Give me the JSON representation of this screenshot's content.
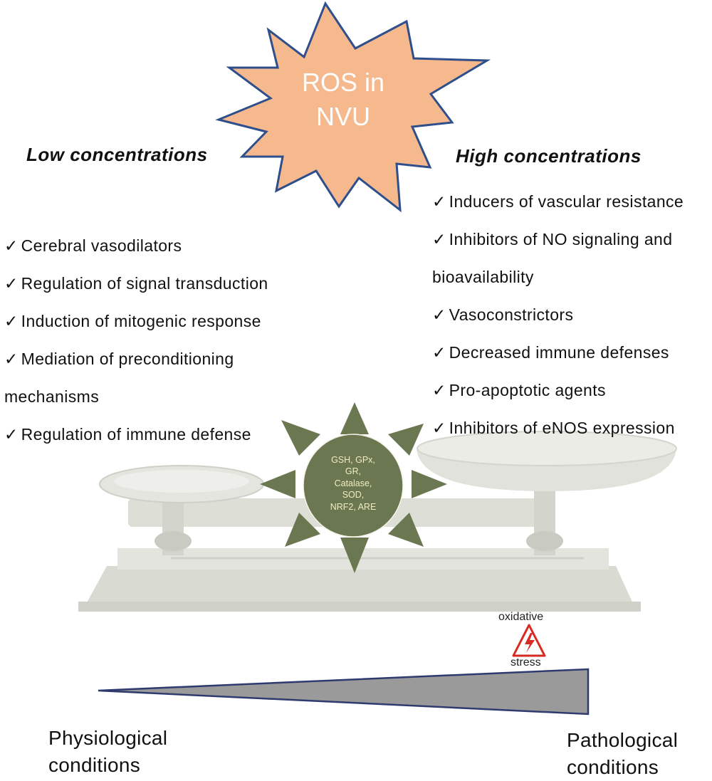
{
  "title": {
    "line1": "ROS in",
    "line2": "NVU"
  },
  "left": {
    "heading": "Low concentrations",
    "items": [
      "Cerebral vasodilators",
      "Regulation of signal transduction",
      "Induction of mitogenic response",
      "Mediation of  preconditioning mechanisms",
      "Regulation of immune defense"
    ]
  },
  "right": {
    "heading": "High concentrations",
    "items": [
      "Inducers of vascular resistance",
      "Inhibitors of NO signaling and bioavailability",
      "Vasoconstrictors",
      "Decreased immune defenses",
      "Pro-apoptotic agents",
      "Inhibitors of eNOS expression"
    ]
  },
  "center": {
    "lines": [
      "GSH, GPx,",
      "GR,",
      "Catalase,",
      "SOD,",
      "NRF2, ARE"
    ]
  },
  "warning": {
    "top": "oxidative",
    "bottom": "stress"
  },
  "bottom": {
    "left_line1": "Physiological",
    "left_line2": "conditions",
    "right_line1": "Pathological",
    "right_line2": "conditions"
  },
  "colors": {
    "star_fill": "#f5b98d",
    "star_stroke": "#2f4f8c",
    "sun_fill": "#6b7751",
    "sun_text": "#f1ecc0",
    "wedge_fill": "#9a9a9a",
    "warning_red": "#d62a22",
    "balance": "#dedfd8"
  }
}
